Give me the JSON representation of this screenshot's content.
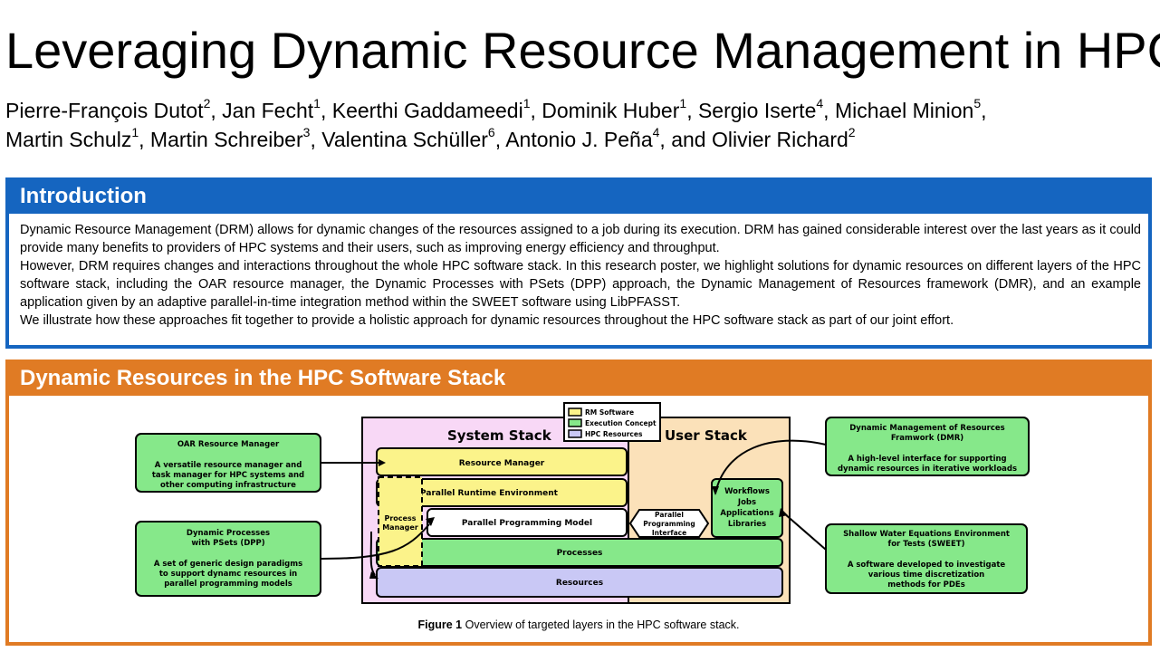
{
  "title": "Leveraging Dynamic Resource Management in HPC",
  "authors": [
    {
      "name": "Pierre-François Dutot",
      "aff": "2",
      "sep": ", "
    },
    {
      "name": "Jan Fecht",
      "aff": "1",
      "sep": ", "
    },
    {
      "name": "Keerthi Gaddameedi",
      "aff": "1",
      "sep": ", "
    },
    {
      "name": "Dominik Huber",
      "aff": "1",
      "sep": ", "
    },
    {
      "name": "Sergio Iserte",
      "aff": "4",
      "sep": ", "
    },
    {
      "name": "Michael Minion",
      "aff": "5",
      "sep": ","
    },
    {
      "name": "Martin Schulz",
      "aff": "1",
      "sep": ", "
    },
    {
      "name": "Martin Schreiber",
      "aff": "3",
      "sep": ", "
    },
    {
      "name": "Valentina Schüller",
      "aff": "6",
      "sep": ", "
    },
    {
      "name": "Antonio J. Peña",
      "aff": "4",
      "sep": ", and "
    },
    {
      "name": "Olivier Richard",
      "aff": "2",
      "sep": ""
    }
  ],
  "intro": {
    "heading": "Introduction",
    "p1": "Dynamic Resource Management (DRM) allows for dynamic changes of the resources assigned to a job during its execution. DRM has gained considerable interest over the last years as it could provide many benefits to providers of HPC systems and their users, such as improving energy efficiency and throughput.",
    "p2": "However, DRM requires changes and interactions throughout the whole HPC software stack. In this research poster, we highlight solutions for dynamic resources on different layers of the HPC software stack, including the OAR resource manager, the Dynamic Processes with PSets (DPP) approach, the Dynamic Management of Resources framework (DMR), and an example application given by an adaptive parallel-in-time integration method within the SWEET software using LibPFASST.",
    "p3": "We illustrate how these approaches fit together to provide a holistic approach for dynamic resources throughout the HPC software stack as part of our joint effort."
  },
  "stack": {
    "heading": "Dynamic Resources in the HPC Software Stack",
    "legend": [
      "RM Software",
      "Execution Concept",
      "HPC Resources"
    ],
    "system_stack": "System Stack",
    "user_stack": "User Stack",
    "layers": {
      "resource_manager": "Resource Manager",
      "parallel_runtime": "Parallel Runtime Environment",
      "parallel_programming_model": "Parallel Programming Model",
      "processes": "Processes",
      "resources": "Resources",
      "process_manager": [
        "Process",
        "Manager"
      ],
      "ppi": [
        "Parallel",
        "Programming",
        "Interface"
      ],
      "workflows": [
        "Workflows",
        "Jobs",
        "Applications",
        "Libraries"
      ]
    },
    "callouts": {
      "oar": {
        "title": "OAR Resource Manager",
        "desc": [
          "A versatile resource manager and",
          "task manager for HPC systems and",
          "other computing infrastructure"
        ]
      },
      "dpp": {
        "title": [
          "Dynamic Processes",
          "with PSets (DPP)"
        ],
        "desc": [
          "A set of generic design paradigms",
          "to support dynamc resources in",
          "parallel programming models"
        ]
      },
      "dmr": {
        "title": [
          "Dynamic Management of Resources",
          "Framwork (DMR)"
        ],
        "desc": [
          "A high-level interface for supporting",
          "dynamic resources in iterative workloads"
        ]
      },
      "sweet": {
        "title": [
          "Shallow Water Equations Environment",
          "for Tests (SWEET)"
        ],
        "desc": [
          "A software developed to investigate",
          "various time discretization",
          "methods for PDEs"
        ]
      }
    },
    "caption_label": "Figure 1",
    "caption_text": " Overview of targeted layers in the HPC software stack."
  },
  "colors": {
    "blue": "#1565c0",
    "orange": "#e07b24",
    "yellow": "#fbf38a",
    "green": "#86e88a",
    "purple": "#c9c8f5",
    "system_bg": "#f8d8f6",
    "user_bg": "#fbe1b9"
  }
}
